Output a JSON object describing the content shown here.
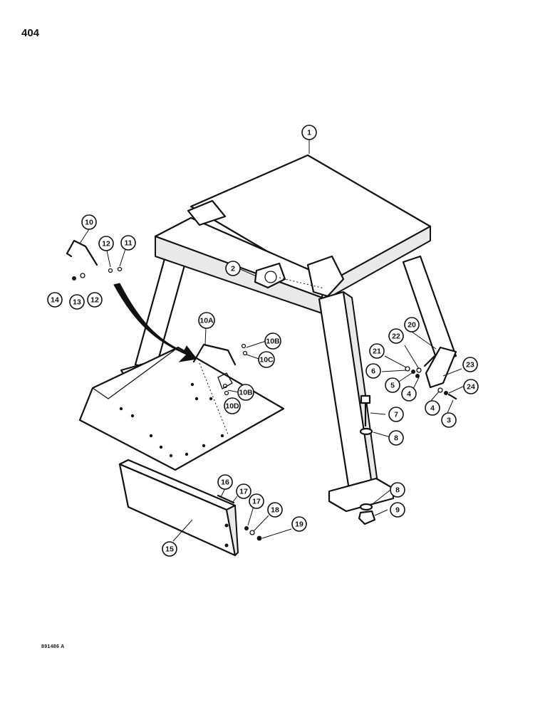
{
  "page": {
    "number": "404",
    "figure_code": "891486 A"
  },
  "callouts": [
    {
      "id": "c1",
      "label": "1"
    },
    {
      "id": "c2",
      "label": "2"
    },
    {
      "id": "c3",
      "label": "3"
    },
    {
      "id": "c4a",
      "label": "4"
    },
    {
      "id": "c4b",
      "label": "4"
    },
    {
      "id": "c5",
      "label": "5"
    },
    {
      "id": "c6",
      "label": "6"
    },
    {
      "id": "c7",
      "label": "7"
    },
    {
      "id": "c8a",
      "label": "8"
    },
    {
      "id": "c8b",
      "label": "8"
    },
    {
      "id": "c9",
      "label": "9"
    },
    {
      "id": "c10",
      "label": "10"
    },
    {
      "id": "c10a",
      "label": "10A"
    },
    {
      "id": "c10b1",
      "label": "10B"
    },
    {
      "id": "c10c",
      "label": "10C"
    },
    {
      "id": "c10b2",
      "label": "10B"
    },
    {
      "id": "c10d",
      "label": "10D"
    },
    {
      "id": "c11",
      "label": "11"
    },
    {
      "id": "c12a",
      "label": "12"
    },
    {
      "id": "c12b",
      "label": "12"
    },
    {
      "id": "c13",
      "label": "13"
    },
    {
      "id": "c14",
      "label": "14"
    },
    {
      "id": "c15",
      "label": "15"
    },
    {
      "id": "c16",
      "label": "16"
    },
    {
      "id": "c17a",
      "label": "17"
    },
    {
      "id": "c17b",
      "label": "17"
    },
    {
      "id": "c18",
      "label": "18"
    },
    {
      "id": "c19",
      "label": "19"
    },
    {
      "id": "c20",
      "label": "20"
    },
    {
      "id": "c21",
      "label": "21"
    },
    {
      "id": "c22",
      "label": "22"
    },
    {
      "id": "c23",
      "label": "23"
    },
    {
      "id": "c24",
      "label": "24"
    }
  ]
}
